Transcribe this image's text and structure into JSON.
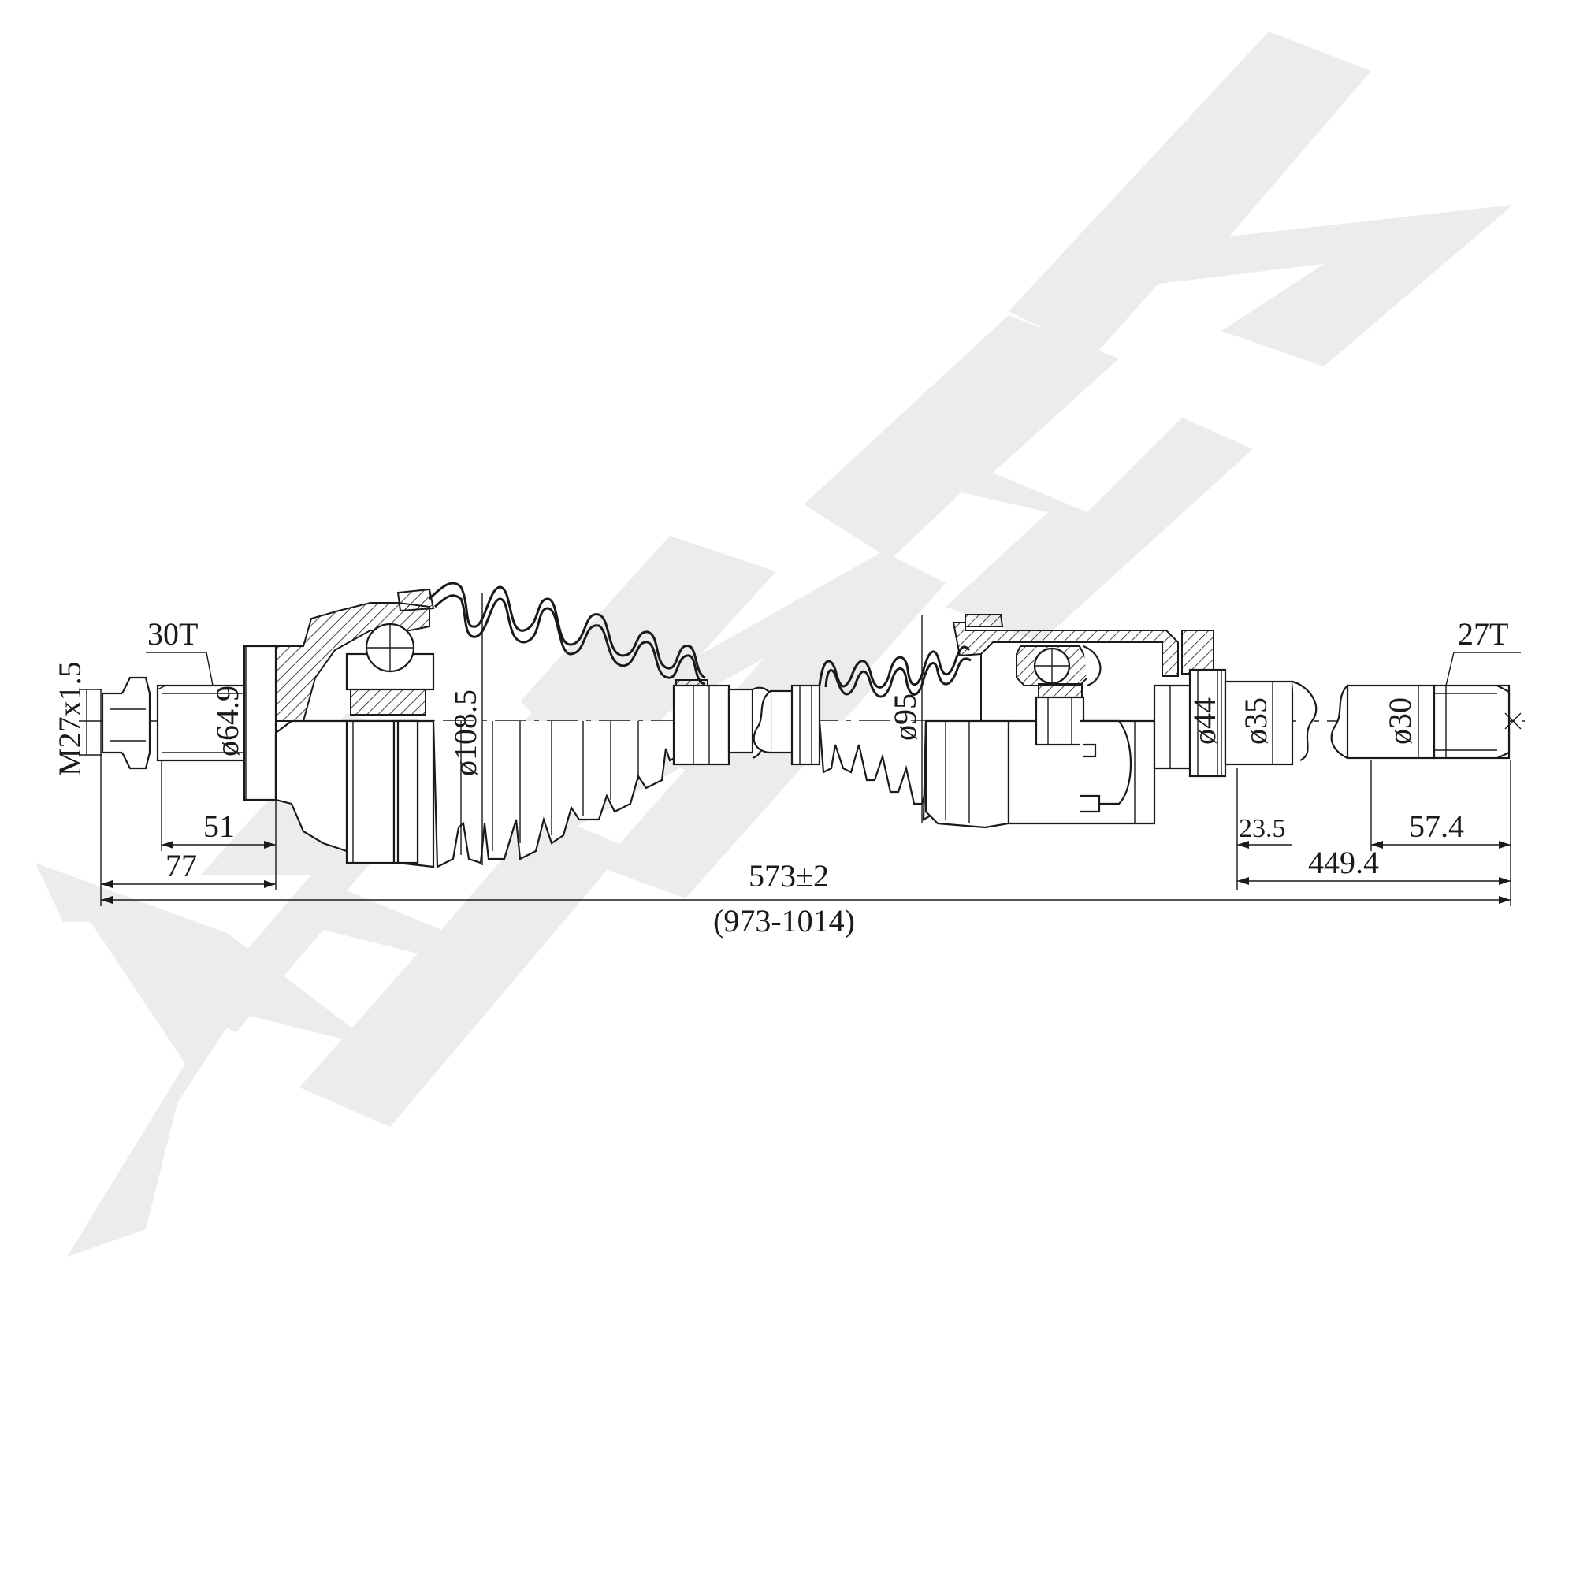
{
  "brand": {
    "watermark_text": "ZENNEK",
    "watermark_color": "#ececec"
  },
  "labels": {
    "outer_spline_teeth": "30T",
    "inner_spline_teeth": "27T",
    "thread": "M27x1.5",
    "dia_outer_seat": "ø64.9",
    "dia_outer_boot": "ø108.5",
    "dia_inner_boot": "ø95",
    "dia_inner_housing": "ø44",
    "dia_shaft_mid": "ø35",
    "dia_shaft_end": "ø30"
  },
  "dimensions": {
    "outer_spline_length": "51",
    "outer_stub_length": "77",
    "inner_seal_length": "23.5",
    "inner_spline_length": "57.4",
    "inner_overall": "449.4",
    "total_length": "573±2",
    "total_range": "(973-1014)"
  },
  "colors": {
    "line": "#1a1a1a",
    "background": "#ffffff"
  }
}
